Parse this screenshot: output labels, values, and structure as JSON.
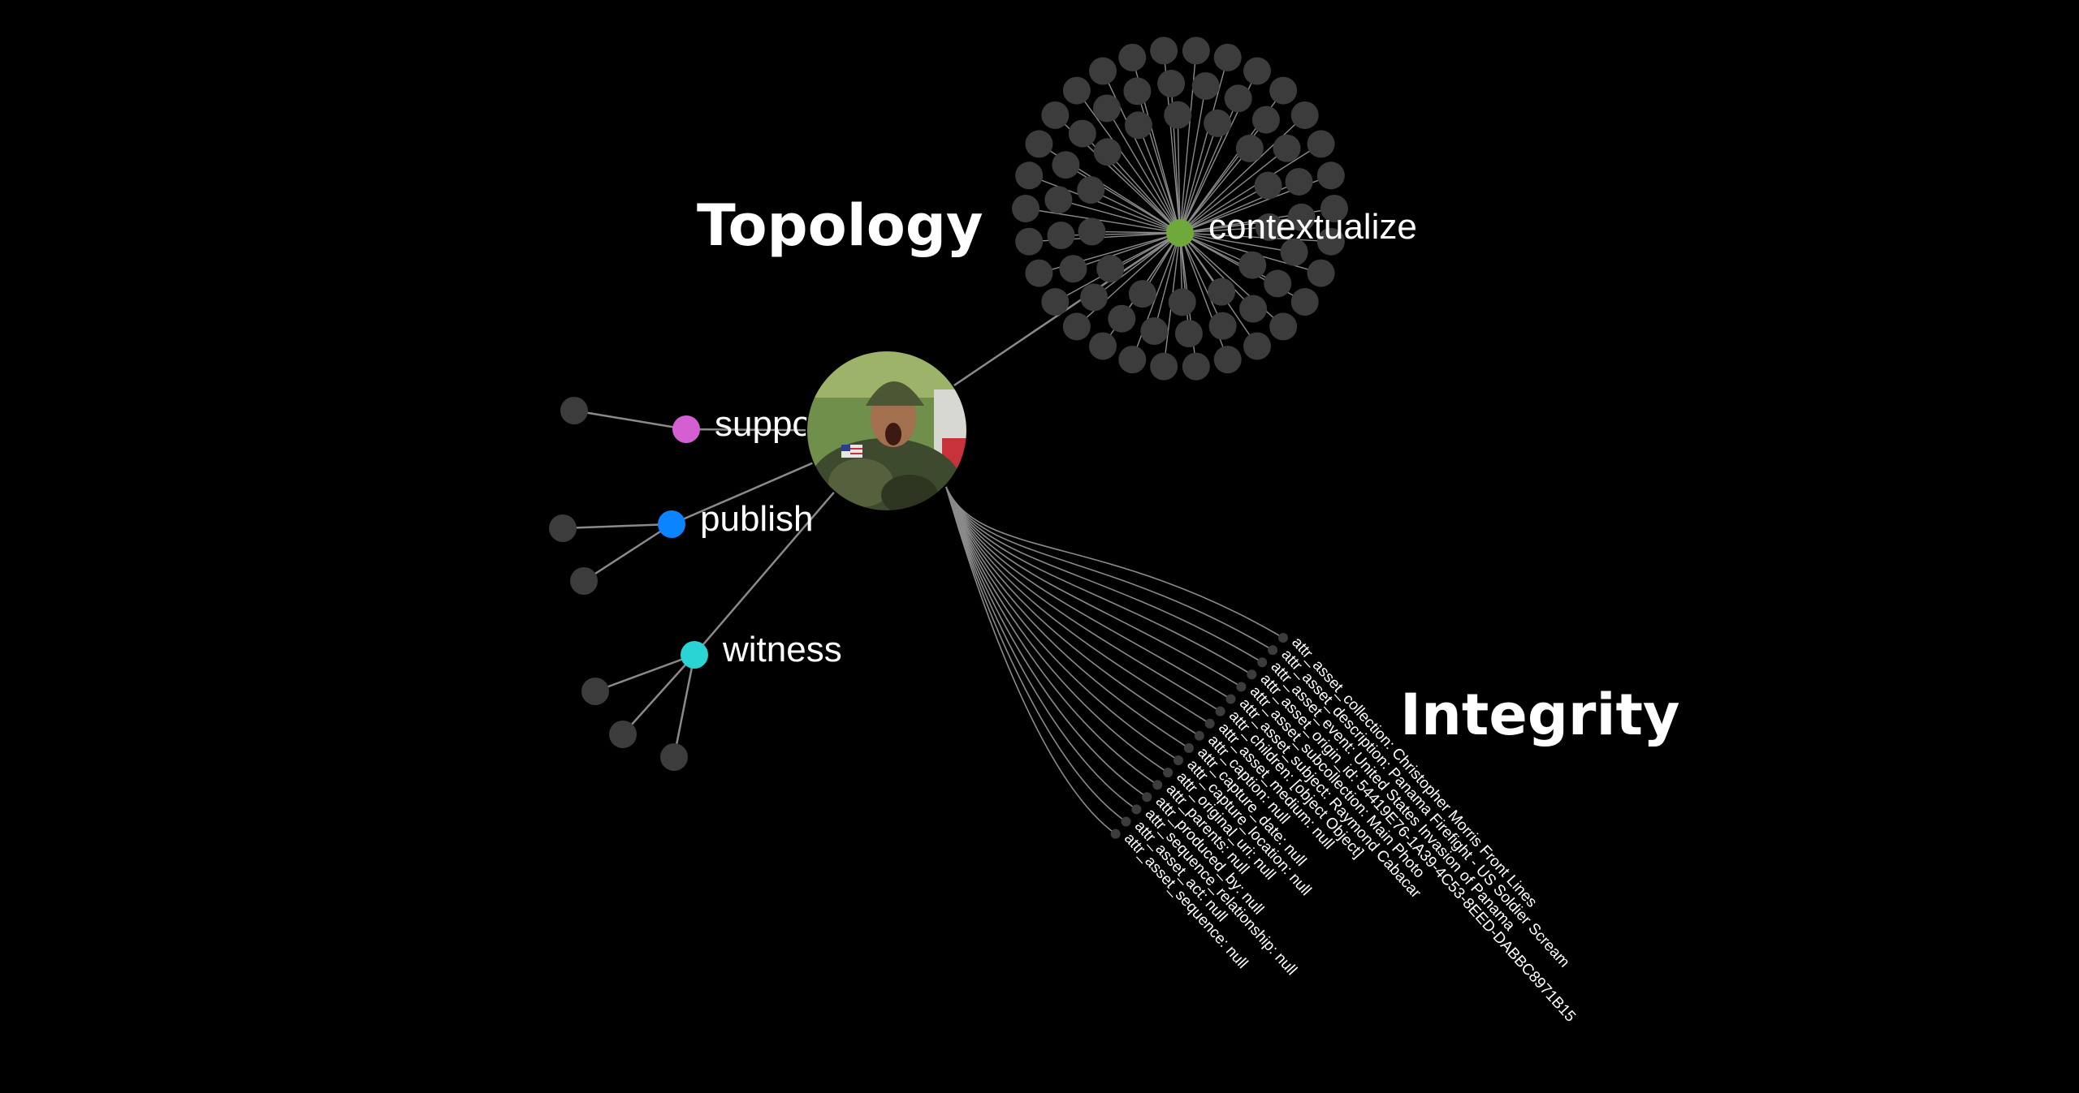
{
  "headings": {
    "topology": "Topology",
    "integrity": "Integrity"
  },
  "center_node": {
    "icon": "soldier-photo"
  },
  "relations": [
    {
      "key": "contextualize",
      "label": "contextualize",
      "color": "#6fa83b",
      "leaf_count": 66
    },
    {
      "key": "support",
      "label": "support",
      "color": "#d45fd2",
      "leaf_count": 1
    },
    {
      "key": "publish",
      "label": "publish",
      "color": "#0a84ff",
      "leaf_count": 2
    },
    {
      "key": "witness",
      "label": "witness",
      "color": "#2ad4d4",
      "leaf_count": 3
    }
  ],
  "attributes": [
    "attr_asset_collection: Christopher Morris Front Lines",
    "attr_asset_description: Panama Firefight - US Soldier Scream",
    "attr_asset_event: United States Invasion of Panama",
    "attr_asset_origin_id: 54419E76-1A39-4C53-8EED-DABBC8971B15",
    "attr_asset_subcollection: Main Photo",
    "attr_asset_subject: Raymond Cabacar",
    "attr_children: [object Object]",
    "attr_asset_medium: null",
    "attr_caption: null",
    "attr_capture_date: null",
    "attr_capture_location: null",
    "attr_original_uri: null",
    "attr_parents: null",
    "attr_produced_by: null",
    "attr_sequence_relationship: null",
    "attr_asset_act: null",
    "attr_asset_sequence: null"
  ],
  "colors": {
    "background": "#000000",
    "leaf": "#3c3c3c",
    "edge": "#8a8a8a",
    "text": "#ffffff"
  }
}
